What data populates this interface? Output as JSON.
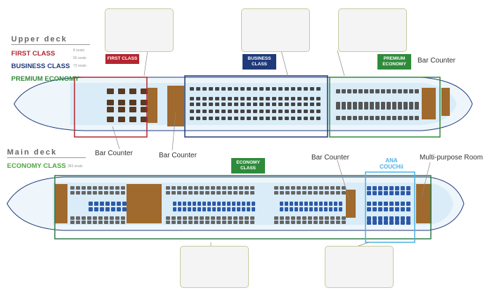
{
  "upper_deck": {
    "title": "Upper deck",
    "classes": [
      {
        "name": "FIRST CLASS",
        "seats": "8 seats",
        "color": "#b5252f"
      },
      {
        "name": "BUSINESS CLASS",
        "seats": "56 seats",
        "color": "#1f3a7a"
      },
      {
        "name": "PREMIUM ECONOMY",
        "seats": "73 seats",
        "color": "#2e8b3a"
      }
    ],
    "tags": {
      "first": "FIRST CLASS",
      "business": "BUSINESS CLASS",
      "premium": "PREMIUM ECONOMY"
    },
    "labels": {
      "bar_counter_right": "Bar Counter",
      "bar_counter_left1": "Bar Counter",
      "bar_counter_left2": "Bar Counter"
    }
  },
  "main_deck": {
    "title": "Main deck",
    "classes": [
      {
        "name": "ECONOMY CLASS",
        "seats": "383 seats",
        "color": "#4caa3c"
      }
    ],
    "tags": {
      "economy": "ECONOMY CLASS",
      "couchii": "ANA COUCHii"
    },
    "labels": {
      "bar_counter": "Bar Counter",
      "multi_purpose": "Multi-purpose Room"
    }
  },
  "colors": {
    "first": "#b5252f",
    "business": "#1f3a7a",
    "premium": "#2e8b3a",
    "economy": "#2e7d4a",
    "couchii": "#4ab3e6",
    "seat": "#2d5aa8",
    "fuselage": "#d9ecf7",
    "galley": "#a0692d"
  }
}
